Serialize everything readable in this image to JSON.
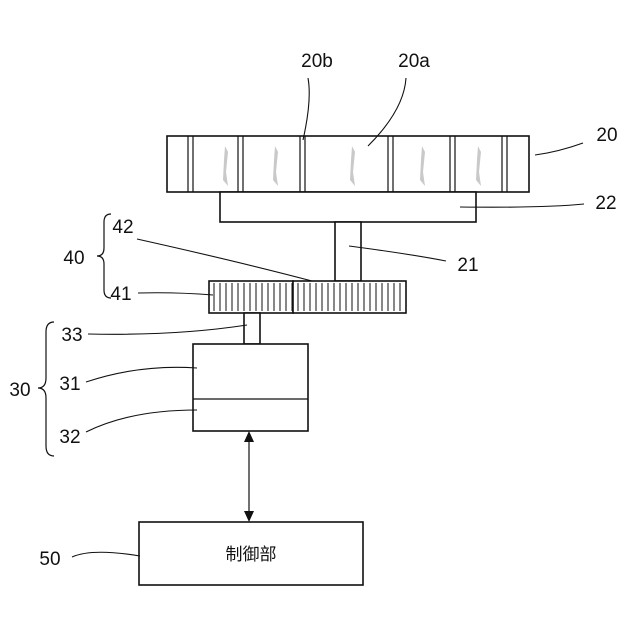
{
  "labels": {
    "disc": "20",
    "slit_b": "20b",
    "slit_a": "20a",
    "holder": "22",
    "shaft": "21",
    "gear_unit": "40",
    "gear_large": "42",
    "gear_small": "41",
    "motor_shaft": "33",
    "motor_unit": "30",
    "motor_upper": "31",
    "motor_lower": "32",
    "controller": "50"
  },
  "controller_text": "制御部",
  "colors": {
    "line": "#111111",
    "filter_streak": "#c9c9c9",
    "background": "#ffffff"
  }
}
